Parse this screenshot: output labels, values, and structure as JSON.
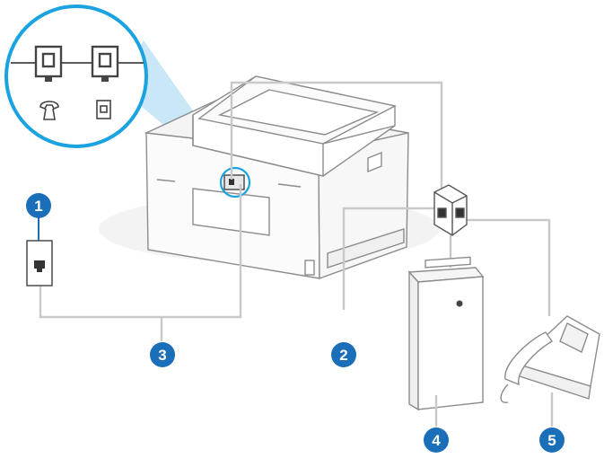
{
  "callouts": [
    {
      "label": "1",
      "part": "telephone-wall-jack"
    },
    {
      "label": "2",
      "part": "parallel-splitter"
    },
    {
      "label": "3",
      "part": "phone-cord"
    },
    {
      "label": "4",
      "part": "computer-with-modem"
    },
    {
      "label": "5",
      "part": "telephone"
    }
  ],
  "port_icons": [
    "phone-port-icon",
    "line-port-icon"
  ],
  "colors": {
    "callout_fill": "#1a6fb8",
    "inset_border": "#1aa3e0",
    "inset_highlight": "#bfe3f6",
    "cable": "#c9c9c9",
    "device_stroke": "#8c8c8c"
  }
}
